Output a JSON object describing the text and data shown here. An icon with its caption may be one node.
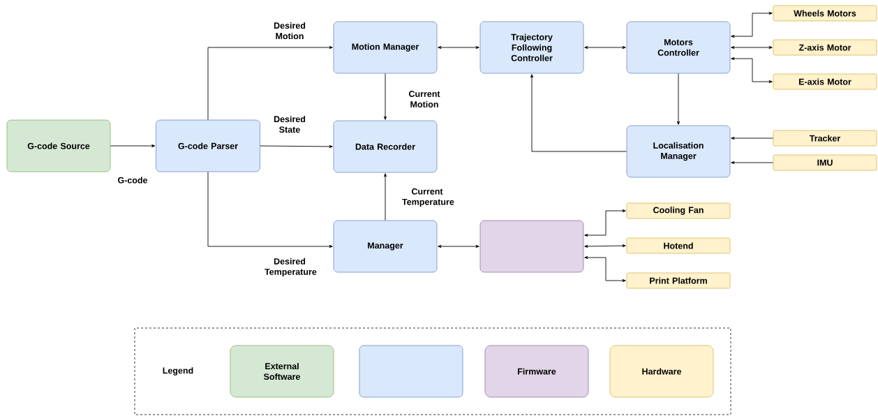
{
  "diagram": {
    "nodes": [
      {
        "text": [
          "G-code Source"
        ]
      },
      {
        "text": [
          "G-code Parser"
        ]
      },
      {
        "text": [
          "Motion Manager"
        ]
      },
      {
        "text": [
          "Data Recorder"
        ]
      },
      {
        "text": [
          "Manager"
        ]
      },
      {
        "text": [
          "Trajectory Following Controller"
        ]
      },
      {
        "text": [
          "Motors Controller"
        ]
      },
      {
        "text": [
          "Localisation Manager"
        ]
      },
      {
        "text": [],
        "shape": "box"
      },
      {
        "text": [
          "Wheels Motors"
        ]
      },
      {
        "text": [
          "Z-axis Motor"
        ]
      },
      {
        "text": [
          "E-axis Motor"
        ]
      },
      {
        "text": [
          "Tracker"
        ]
      },
      {
        "text": [
          "IMU"
        ]
      },
      {
        "text": [
          "Cooling Fan"
        ]
      },
      {
        "text": [
          "Hotend"
        ]
      },
      {
        "text": [
          "Print Platform"
        ]
      },
      {
        "text": [],
        "shape": "box"
      }
    ],
    "edges": [
      {
        "from": 0,
        "to": 1,
        "arrow": "to",
        "label": "G-code"
      },
      {
        "from": 1,
        "to": 2,
        "arrow": "to",
        "label": "Desired Motion"
      },
      {
        "from": 1,
        "to": 3,
        "arrow": "to",
        "label": "Desired State"
      },
      {
        "from": 1,
        "to": 4,
        "arrow": "to",
        "label": "Desired Temperature"
      },
      {
        "from": 2,
        "to": 3,
        "arrow": "to",
        "label": "Current Motion"
      },
      {
        "from": 4,
        "to": 3,
        "arrow": "to",
        "label": "Current Temperature"
      },
      {
        "from": 2,
        "to": 5,
        "arrow": "both"
      },
      {
        "from": 5,
        "to": 6,
        "arrow": "both"
      },
      {
        "from": 6,
        "to": 9,
        "arrow": "both"
      },
      {
        "from": 6,
        "to": 10,
        "arrow": "both"
      },
      {
        "from": 6,
        "to": 11,
        "arrow": "both"
      },
      {
        "from": 6,
        "to": 7,
        "arrow": "to"
      },
      {
        "from": 7,
        "to": 5,
        "arrow": "to"
      },
      {
        "from": 12,
        "to": 7,
        "arrow": "to"
      },
      {
        "from": 13,
        "to": 7,
        "arrow": "to"
      },
      {
        "from": 4,
        "to": 8,
        "arrow": "both"
      },
      {
        "from": 8,
        "to": 14,
        "arrow": "both"
      },
      {
        "from": 8,
        "to": 15,
        "arrow": "both"
      },
      {
        "from": 8,
        "to": 16,
        "arrow": "both"
      }
    ],
    "labels": [
      "Legend"
    ],
    "legend": [
      {
        "text": "External Software",
        "color": "#d5e8d4"
      },
      {
        "text": "Firmware",
        "color": "#e1d5e7"
      },
      {
        "text": "Hardware",
        "color": "#fff2cc"
      }
    ]
  }
}
